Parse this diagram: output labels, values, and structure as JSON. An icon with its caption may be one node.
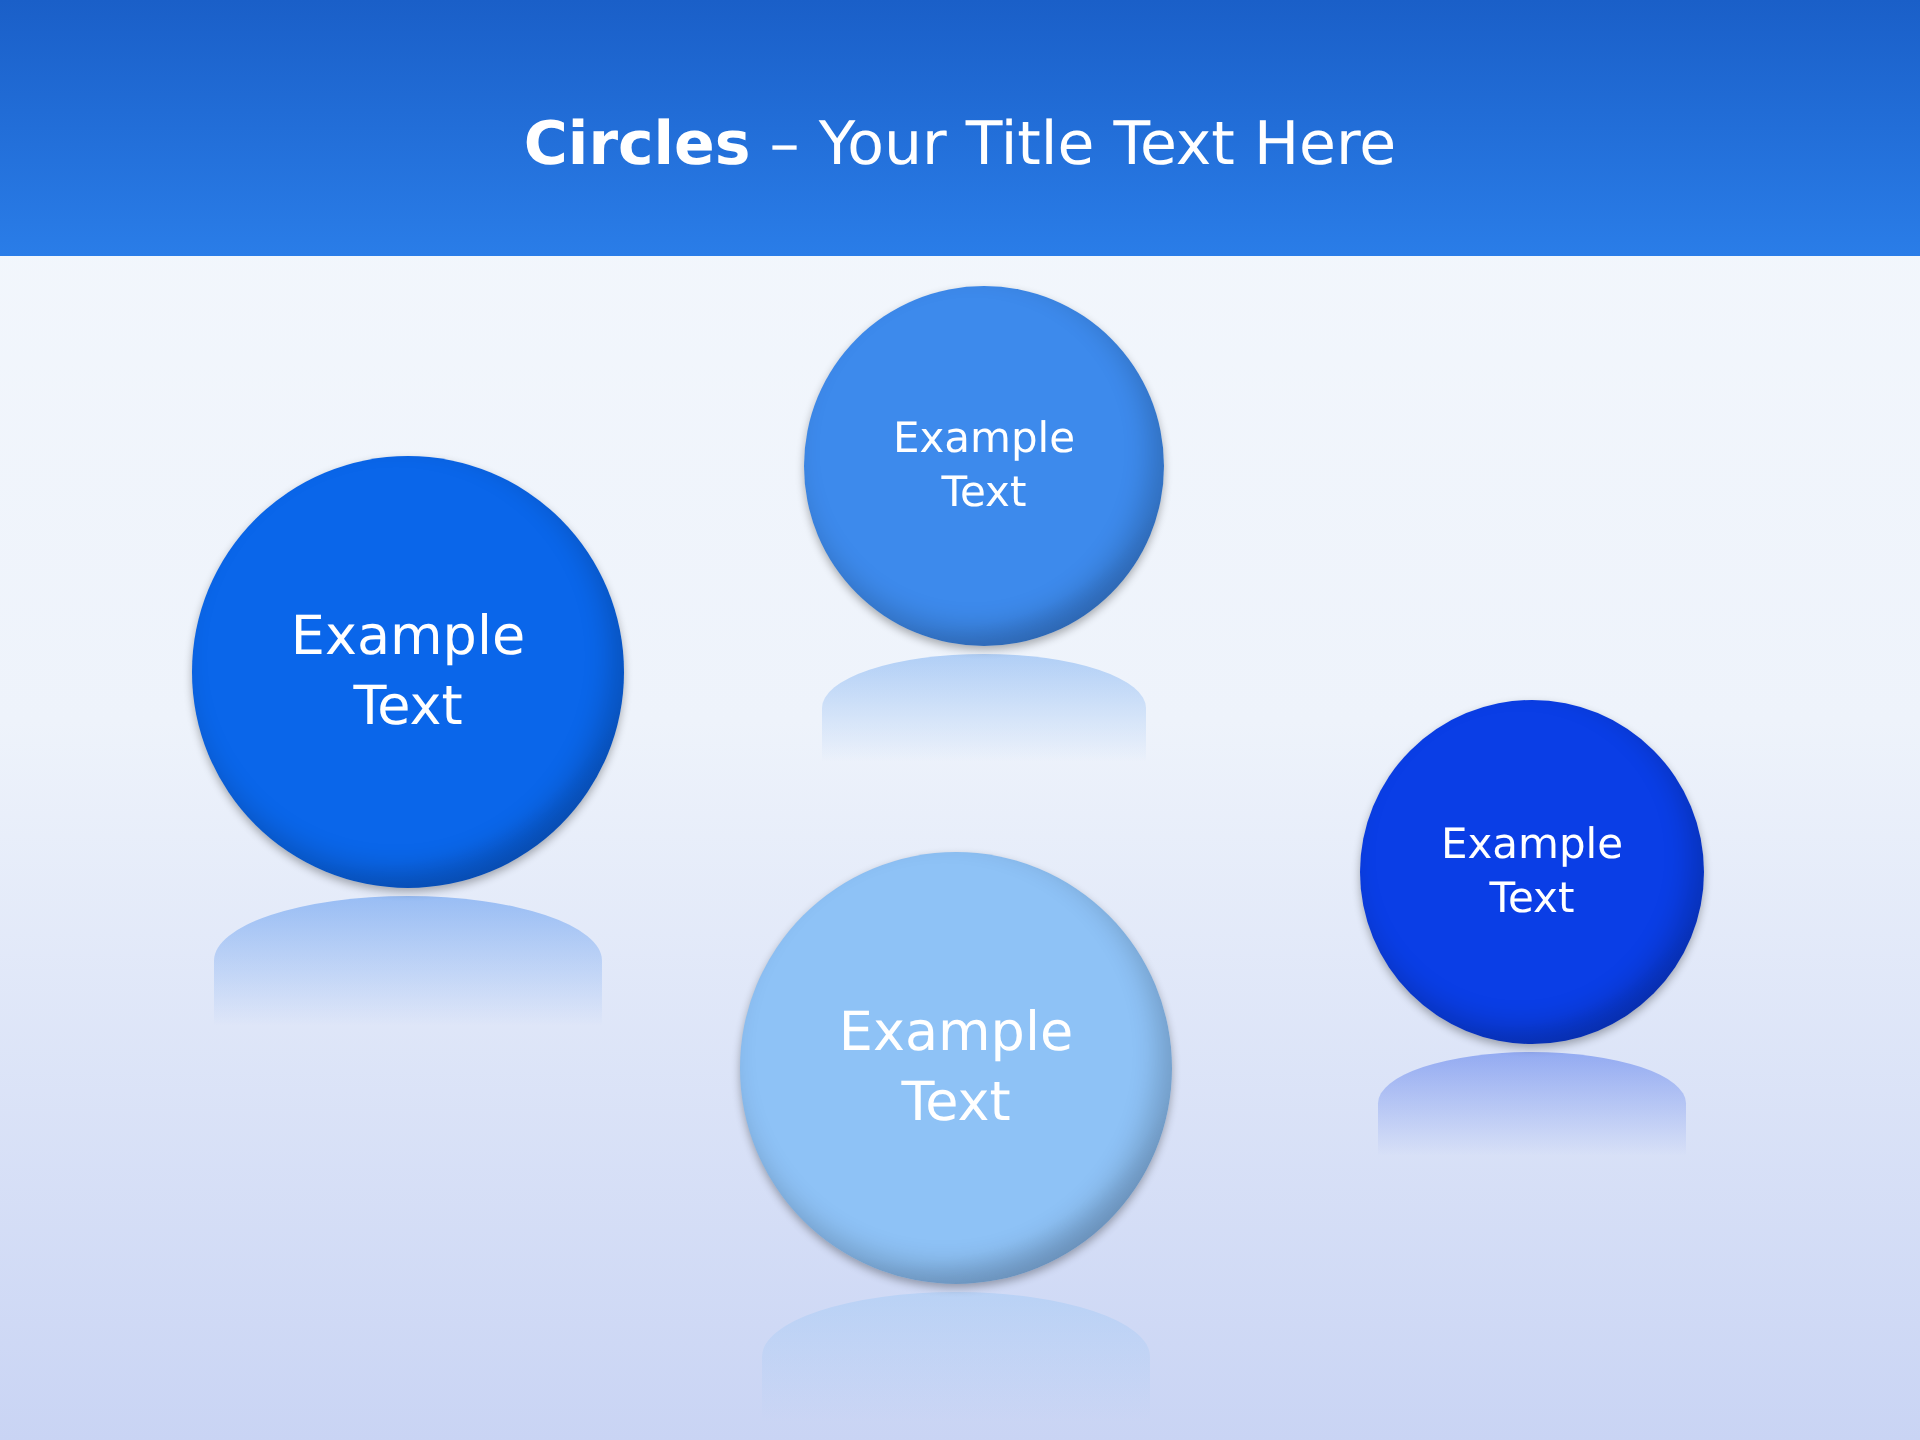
{
  "diagram": {
    "title": "**Circles** – Your Title Text Here",
    "nodes": [
      {
        "text": [
          "Example Text"
        ]
      },
      {
        "text": [
          "Example Text"
        ]
      },
      {
        "text": [
          "Example Text"
        ]
      },
      {
        "text": [
          "Example Text"
        ]
      }
    ],
    "edges": []
  }
}
